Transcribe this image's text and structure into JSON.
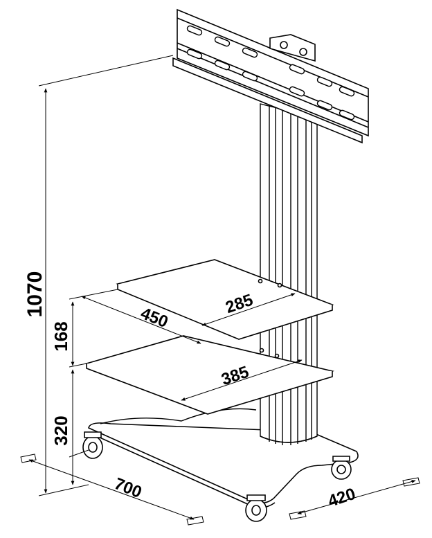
{
  "dimensions": {
    "overall_height": "1070",
    "shelf_gap": "168",
    "lower_shelf_height": "320",
    "base_length": "700",
    "base_width": "420",
    "shelf_depth": "450",
    "upper_shelf_width": "285",
    "lower_shelf_width": "385"
  },
  "colors": {
    "line": "#000000",
    "background": "#ffffff",
    "column_shade": "#d9d9d9"
  }
}
